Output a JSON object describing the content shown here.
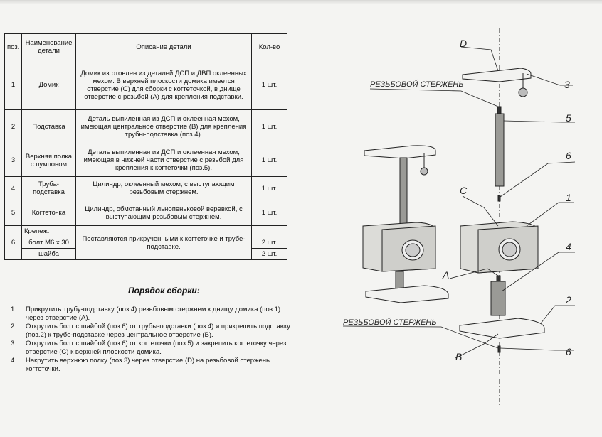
{
  "table": {
    "headers": [
      "поз.",
      "Наименование детали",
      "Описание детали",
      "Кол-во"
    ],
    "rows": [
      {
        "pos": "1",
        "name": "Домик",
        "desc": "Домик изготовлен из деталей ДСП и ДВП оклеенных мехом. В верхней плоскости домика имеется отверстие (С) для сборки с когтеточкой, в днище отверстие с резьбой (А) для крепления подставки.",
        "qty": "1 шт."
      },
      {
        "pos": "2",
        "name": "Подставка",
        "desc": "Деталь выпиленная из ДСП и оклеенная мехом, имеющая центральное отверстие (В) для крепления трубы-подставка (поз.4).",
        "qty": "1 шт."
      },
      {
        "pos": "3",
        "name": "Верхняя полка с пумпоном",
        "desc": "Деталь выпиленная из ДСП и оклеенная мехом, имеющая в нижней части отверстие с резьбой для крепления к когтеточки (поз.5).",
        "qty": "1 шт."
      },
      {
        "pos": "4",
        "name": "Труба-подставка",
        "desc": "Цилиндр, оклеенный мехом, с выступающим резьбовым стержнем.",
        "qty": "1 шт."
      },
      {
        "pos": "5",
        "name": "Когтеточка",
        "desc": "Цилиндр, обмотанный льнопеньковой веревкой, с выступающим резьбовым стержнем.",
        "qty": "1 шт."
      }
    ],
    "row6": {
      "pos": "6",
      "name": "Крепеж:",
      "sub1": "болт М6 х 30",
      "sub2": "шайба",
      "desc": "Поставляются прикрученными к когтеточке и трубе-подставке.",
      "qty1": "2 шт.",
      "qty2": "2 шт."
    }
  },
  "assembly": {
    "title": "Порядок сборки:",
    "steps": [
      {
        "num": "1.",
        "text": "Прикрутить трубу-подставку (поз.4) резьбовым стержнем к днищу домика (поз.1) через отверстие (А)."
      },
      {
        "num": "2.",
        "text": "Открутить болт с шайбой (поз.6) от трубы-подставки (поз.4) и прикрепить подставку (поз.2) к трубе-подставке через центральное отверстие (В)."
      },
      {
        "num": "3.",
        "text": "Открутить болт с шайбой (поз.6) от когтеточки (поз.5) и закрепить когтеточку через отверстие (С) к верхней плоскости домика."
      },
      {
        "num": "4.",
        "text": "Накрутить верхнюю полку (поз.3) через отверстие (D) на резьбовой стержень когтеточки."
      }
    ]
  },
  "drawing": {
    "label_d": "D",
    "label_c": "C",
    "label_a": "A",
    "label_b": "B",
    "n1": "1",
    "n2": "2",
    "n3": "3",
    "n4": "4",
    "n5": "5",
    "n6a": "6",
    "n6b": "6",
    "rod_label_top": "РЕЗЬБОВОЙ СТЕРЖЕНЬ",
    "rod_label_bottom": "РЕЗЬБОВОЙ СТЕРЖЕНЬ"
  }
}
